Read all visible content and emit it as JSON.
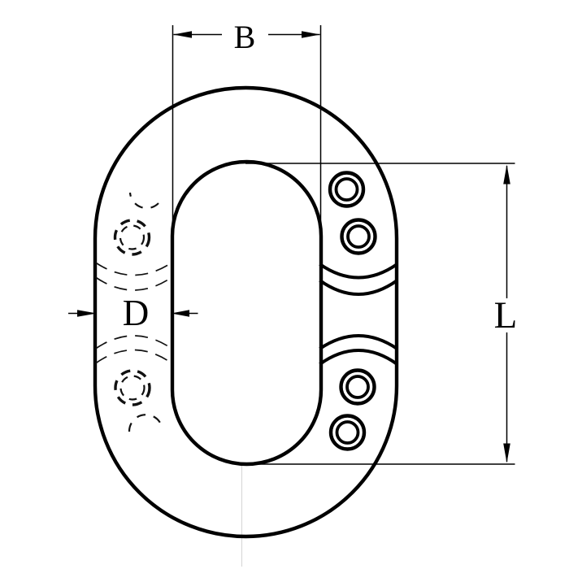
{
  "diagram": {
    "background_color": "#ffffff",
    "line_color": "#000000",
    "hidden_line_style": "dashed",
    "labels": {
      "b": "B",
      "d": "D",
      "l": "L"
    }
  }
}
